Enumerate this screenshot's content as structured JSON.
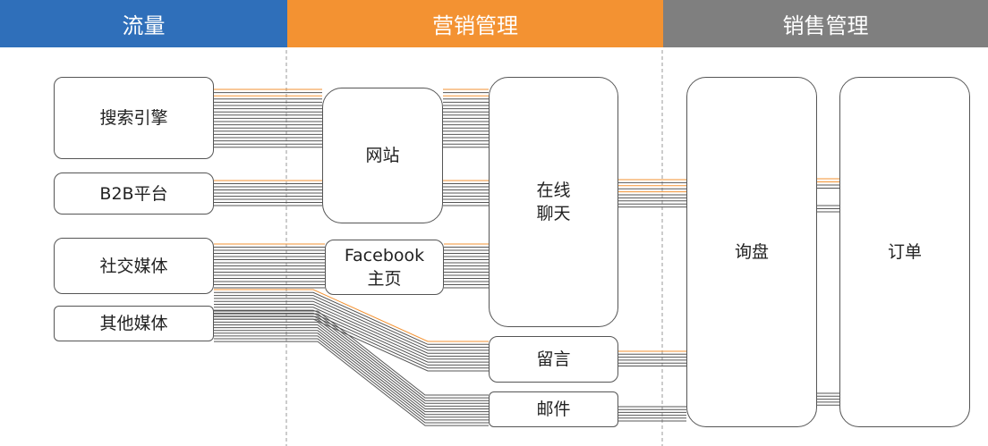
{
  "colors": {
    "traffic": "#2f6fba",
    "marketing": "#f39232",
    "sales": "#7f7f7f",
    "line_orange": "#f39232",
    "line_gray": "#555555",
    "divider": "#9a9a9a"
  },
  "headers": {
    "traffic": "流量",
    "marketing": "营销管理",
    "sales": "销售管理"
  },
  "sources": {
    "search": "搜索引擎",
    "b2b": "B2B平台",
    "social": "社交媒体",
    "other": "其他媒体"
  },
  "channels": {
    "website": "网站",
    "facebook": "Facebook\n主页",
    "chat": "在线\n聊天",
    "message": "留言",
    "email": "邮件"
  },
  "sales": {
    "inquiry": "询盘",
    "order": "订单"
  }
}
